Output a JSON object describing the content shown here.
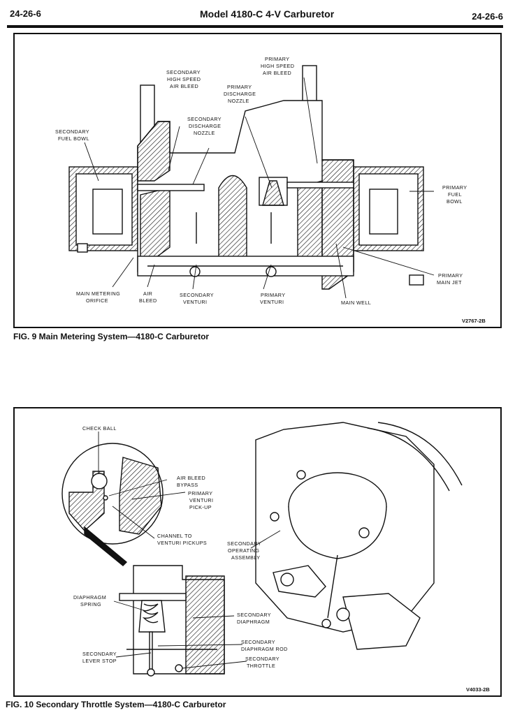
{
  "header": {
    "page_left": "24-26-6",
    "title": "Model 4180-C 4-V Carburetor",
    "page_right": "24-26-6"
  },
  "fig9": {
    "caption": "FIG. 9 Main Metering System—4180-C Carburetor",
    "code": "V2767-2B",
    "labels": {
      "secondary_fuel_bowl_1": "SECONDARY",
      "secondary_fuel_bowl_2": "FUEL BOWL",
      "sec_hs_air_bleed_1": "SECONDARY",
      "sec_hs_air_bleed_2": "HIGH SPEED",
      "sec_hs_air_bleed_3": "AIR BLEED",
      "sec_discharge_nozzle_1": "SECONDARY",
      "sec_discharge_nozzle_2": "DISCHARGE",
      "sec_discharge_nozzle_3": "NOZZLE",
      "pri_discharge_nozzle_1": "PRIMARY",
      "pri_discharge_nozzle_2": "DISCHARGE",
      "pri_discharge_nozzle_3": "NOZZLE",
      "pri_hs_air_bleed_1": "PRIMARY",
      "pri_hs_air_bleed_2": "HIGH SPEED",
      "pri_hs_air_bleed_3": "AIR BLEED",
      "primary_fuel_bowl_1": "PRIMARY",
      "primary_fuel_bowl_2": "FUEL",
      "primary_fuel_bowl_3": "BOWL",
      "primary_main_jet_1": "PRIMARY",
      "primary_main_jet_2": "MAIN JET",
      "main_metering_orifice_1": "MAIN METERING",
      "main_metering_orifice_2": "ORIFICE",
      "air_bleed_1": "AIR",
      "air_bleed_2": "BLEED",
      "secondary_venturi_1": "SECONDARY",
      "secondary_venturi_2": "VENTURI",
      "primary_venturi_1": "PRIMARY",
      "primary_venturi_2": "VENTURI",
      "main_well": "MAIN WELL"
    }
  },
  "fig10": {
    "caption": "FIG. 10 Secondary Throttle System—4180-C Carburetor",
    "code": "V4033-2B",
    "labels": {
      "check_ball": "CHECK BALL",
      "air_bleed_bypass_1": "AIR BLEED",
      "air_bleed_bypass_2": "BYPASS",
      "primary_venturi_pickup_1": "PRIMARY",
      "primary_venturi_pickup_2": "VENTURI",
      "primary_venturi_pickup_3": "PICK-UP",
      "channel_1": "CHANNEL TO",
      "channel_2": "VENTURI PICKUPS",
      "sec_operating_1": "SECONDARY",
      "sec_operating_2": "OPERATING",
      "sec_operating_3": "ASSEMBLY",
      "diaphragm_spring_1": "DIAPHRAGM",
      "diaphragm_spring_2": "SPRING",
      "sec_diaphragm_1": "SECONDARY",
      "sec_diaphragm_2": "DIAPHRAGM",
      "sec_diaphragm_rod_1": "SECONDARY",
      "sec_diaphragm_rod_2": "DIAPHRAGM ROD",
      "sec_lever_stop_1": "SECONDARY",
      "sec_lever_stop_2": "LEVER STOP",
      "sec_throttle_1": "SECONDARY",
      "sec_throttle_2": "THROTTLE"
    }
  }
}
